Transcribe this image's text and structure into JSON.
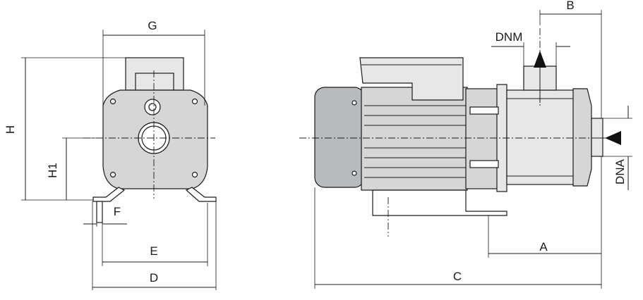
{
  "labels": {
    "G": "G",
    "H": "H",
    "H1": "H1",
    "F": "F",
    "E": "E",
    "D": "D",
    "B": "B",
    "DNM": "DNM",
    "DNA": "DNA",
    "A": "A",
    "C": "C"
  }
}
